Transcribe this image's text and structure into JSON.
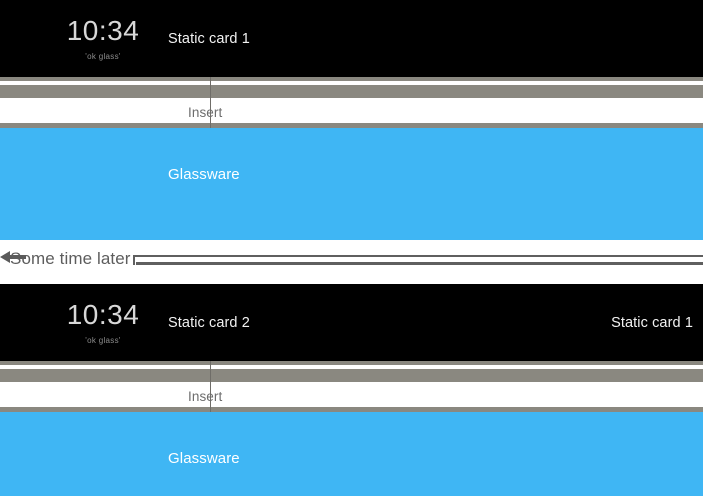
{
  "palette": {
    "card_background": "#000000",
    "glassware_background": "#3fb6f4",
    "band_gray": "#8a8880",
    "band_white": "#ffffff",
    "text_light": "#f2f2f2",
    "text_gray": "#6d6d6d",
    "clock_text": "#d8d8d8"
  },
  "sequence": {
    "before": {
      "timeline": {
        "clock_time": "10:34",
        "voice_hint": "'ok glass'",
        "cards": [
          {
            "label": "Static card 1",
            "position": "middle"
          }
        ]
      },
      "band": {
        "insert_label": "Insert"
      },
      "glassware": {
        "label": "Glassware"
      }
    },
    "divider": {
      "label": "Some time later",
      "icon": "left-arrow-icon"
    },
    "after": {
      "timeline": {
        "clock_time": "10:34",
        "voice_hint": "'ok glass'",
        "cards": [
          {
            "label": "Static card 2",
            "position": "middle"
          },
          {
            "label": "Static card 1",
            "position": "right"
          }
        ]
      },
      "band": {
        "insert_label": "Insert"
      },
      "glassware": {
        "label": "Glassware"
      }
    }
  }
}
